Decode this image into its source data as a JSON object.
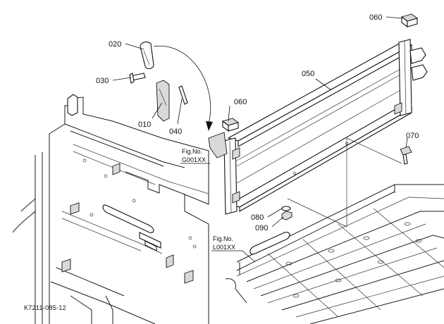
{
  "callouts": {
    "p020": "020",
    "p030": "030",
    "p010": "010",
    "p040": "040",
    "p050": "050",
    "p060_top": "060",
    "p060_left": "060",
    "p070": "070",
    "p080": "080",
    "p090": "090"
  },
  "fig_refs": {
    "g_label": "Fig.No.",
    "g_code": "G001XX",
    "l_label": "Fig.No.",
    "l_code": "L001XX"
  },
  "drawing_code": "K7211-085-12"
}
